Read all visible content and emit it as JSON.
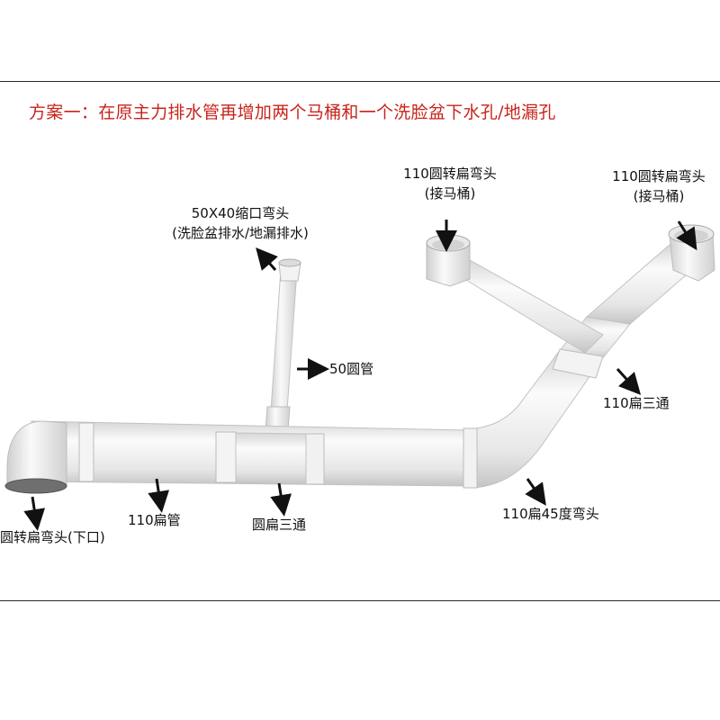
{
  "title": "方案一：在原主力排水管再增加两个马桶和一个洗脸盆下水孔/地漏孔",
  "labels": {
    "toilet_left": {
      "line1": "110圆转扁弯头",
      "line2": "(接马桶)"
    },
    "toilet_right": {
      "line1": "110圆转扁弯头",
      "line2": "(接马桶)"
    },
    "reducer": {
      "line1": "50X40缩口弯头",
      "line2": "(洗脸盆排水/地漏排水)"
    },
    "pipe50": "50圆管",
    "tee110": "110扁三通",
    "elbow45": "110扁45度弯头",
    "pipe110": "110扁管",
    "tee_round": "圆扁三通",
    "outlet": "圆转扁弯头(下口)"
  },
  "colors": {
    "title": "#c8241c",
    "pipe": "#ececec",
    "pipe_edge": "#bdbdbd",
    "arrow": "#111111"
  }
}
